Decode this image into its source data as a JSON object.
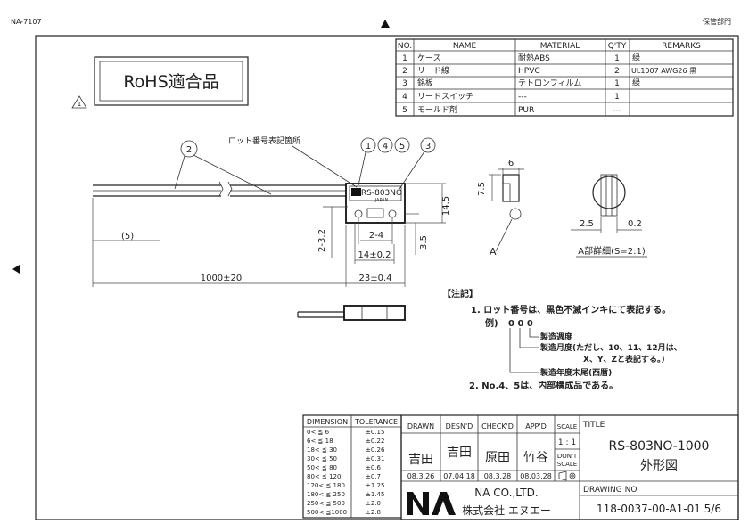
{
  "header": {
    "drawing_code": "NA-7107",
    "keep_dept": "保管部門"
  },
  "rohs": {
    "label": "RoHS適合品"
  },
  "parts_table": {
    "headers": [
      "NO.",
      "NAME",
      "MATERIAL",
      "Q'TY",
      "REMARKS"
    ],
    "rows": [
      {
        "no": "1",
        "name": "ケース",
        "material": "耐熱ABS",
        "qty": "1",
        "remarks": "緑"
      },
      {
        "no": "2",
        "name": "リード線",
        "material": "HPVC",
        "qty": "2",
        "remarks": "UL1007 AWG26 黒"
      },
      {
        "no": "3",
        "name": "銘板",
        "material": "テトロンフィルム",
        "qty": "1",
        "remarks": "緑"
      },
      {
        "no": "4",
        "name": "リードスイッチ",
        "material": "---",
        "qty": "1",
        "remarks": ""
      },
      {
        "no": "5",
        "name": "モールド剤",
        "material": "PUR",
        "qty": "---",
        "remarks": ""
      }
    ]
  },
  "drawing": {
    "balloons": [
      "2",
      "1",
      "4",
      "5",
      "3"
    ],
    "lot_label": "ロット番号表記箇所",
    "product_mark": "RS-803NO",
    "japan_mark": "JAPAN",
    "dims": {
      "d_14_5": "14.5",
      "d_5": "(5)",
      "d_2_3_2": "2-3.2",
      "d_2_4": "2-4",
      "d_3_5": "3.5",
      "d_14": "14±0.2",
      "d_1000": "1000±20",
      "d_23": "23±0.4",
      "d_6": "6",
      "d_7_5": "7.5",
      "d_2_5": "2.5",
      "d_0_2": "0.2"
    },
    "view_a": "A",
    "detail_a": "A部詳細(S=2:1)"
  },
  "notes": {
    "title": "【注記】",
    "n1": "1. ロット番号は、黒色不滅インキにて表記する。",
    "example_label": "例)",
    "example_code": "0 0 0",
    "l1": "製造週度",
    "l2a": "製造月度(ただし、10、11、12月は、",
    "l2b": "X、Y、Zと表記する。)",
    "l3": "製造年度末尾(西暦)",
    "n2": "2. No.4、5は、内部構成品である。"
  },
  "tolerance": {
    "headers": [
      "DIMENSION",
      "TOLERANCE"
    ],
    "rows": [
      {
        "range": "0< ≦ 6",
        "tol": "±0.15"
      },
      {
        "range": "6< ≦ 18",
        "tol": "±0.22"
      },
      {
        "range": "18< ≦ 30",
        "tol": "±0.26"
      },
      {
        "range": "30< ≦ 50",
        "tol": "±0.31"
      },
      {
        "range": "50< ≦ 80",
        "tol": "±0.6"
      },
      {
        "range": "80< ≦ 120",
        "tol": "±0.7"
      },
      {
        "range": "120< ≦ 180",
        "tol": "±1.25"
      },
      {
        "range": "180< ≦ 250",
        "tol": "±1.45"
      },
      {
        "range": "250< ≦ 500",
        "tol": "±2.0"
      },
      {
        "range": "500< ≦1000",
        "tol": "±2.8"
      }
    ]
  },
  "titleblock": {
    "drawn": "DRAWN",
    "desnd": "DESN'D",
    "checkd": "CHECK'D",
    "appd": "APP'D",
    "scale": "SCALE",
    "scale_val": "1 : 1",
    "dont": "DON'T",
    "scale2": "SCALE",
    "title_label": "TITLE",
    "title1": "RS-803NO-1000",
    "title2": "外形図",
    "sig_drawn": "吉田",
    "sig_desnd": "吉田",
    "sig_check": "原田",
    "sig_app": "竹谷",
    "date_drawn": "08.3.26",
    "date_desnd": "07.04.18",
    "date_check": "08.3.28",
    "date_app": "08.03.28",
    "company_en": "NA CO.,LTD.",
    "company_jp": "株式会社 エヌエー",
    "drawing_no_label": "DRAWING NO.",
    "drawing_no": "118-0037-00-A1-01 5/6"
  }
}
